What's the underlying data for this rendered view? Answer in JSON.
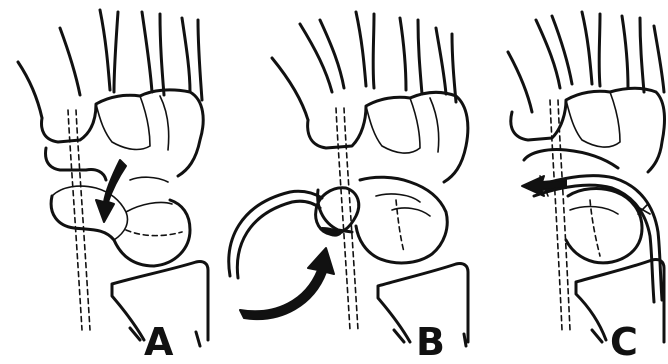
{
  "figure": {
    "panels": [
      {
        "label": "A"
      },
      {
        "label": "B"
      },
      {
        "label": "C"
      }
    ]
  },
  "colors": {
    "ink": "#111111",
    "background": "#ffffff"
  }
}
